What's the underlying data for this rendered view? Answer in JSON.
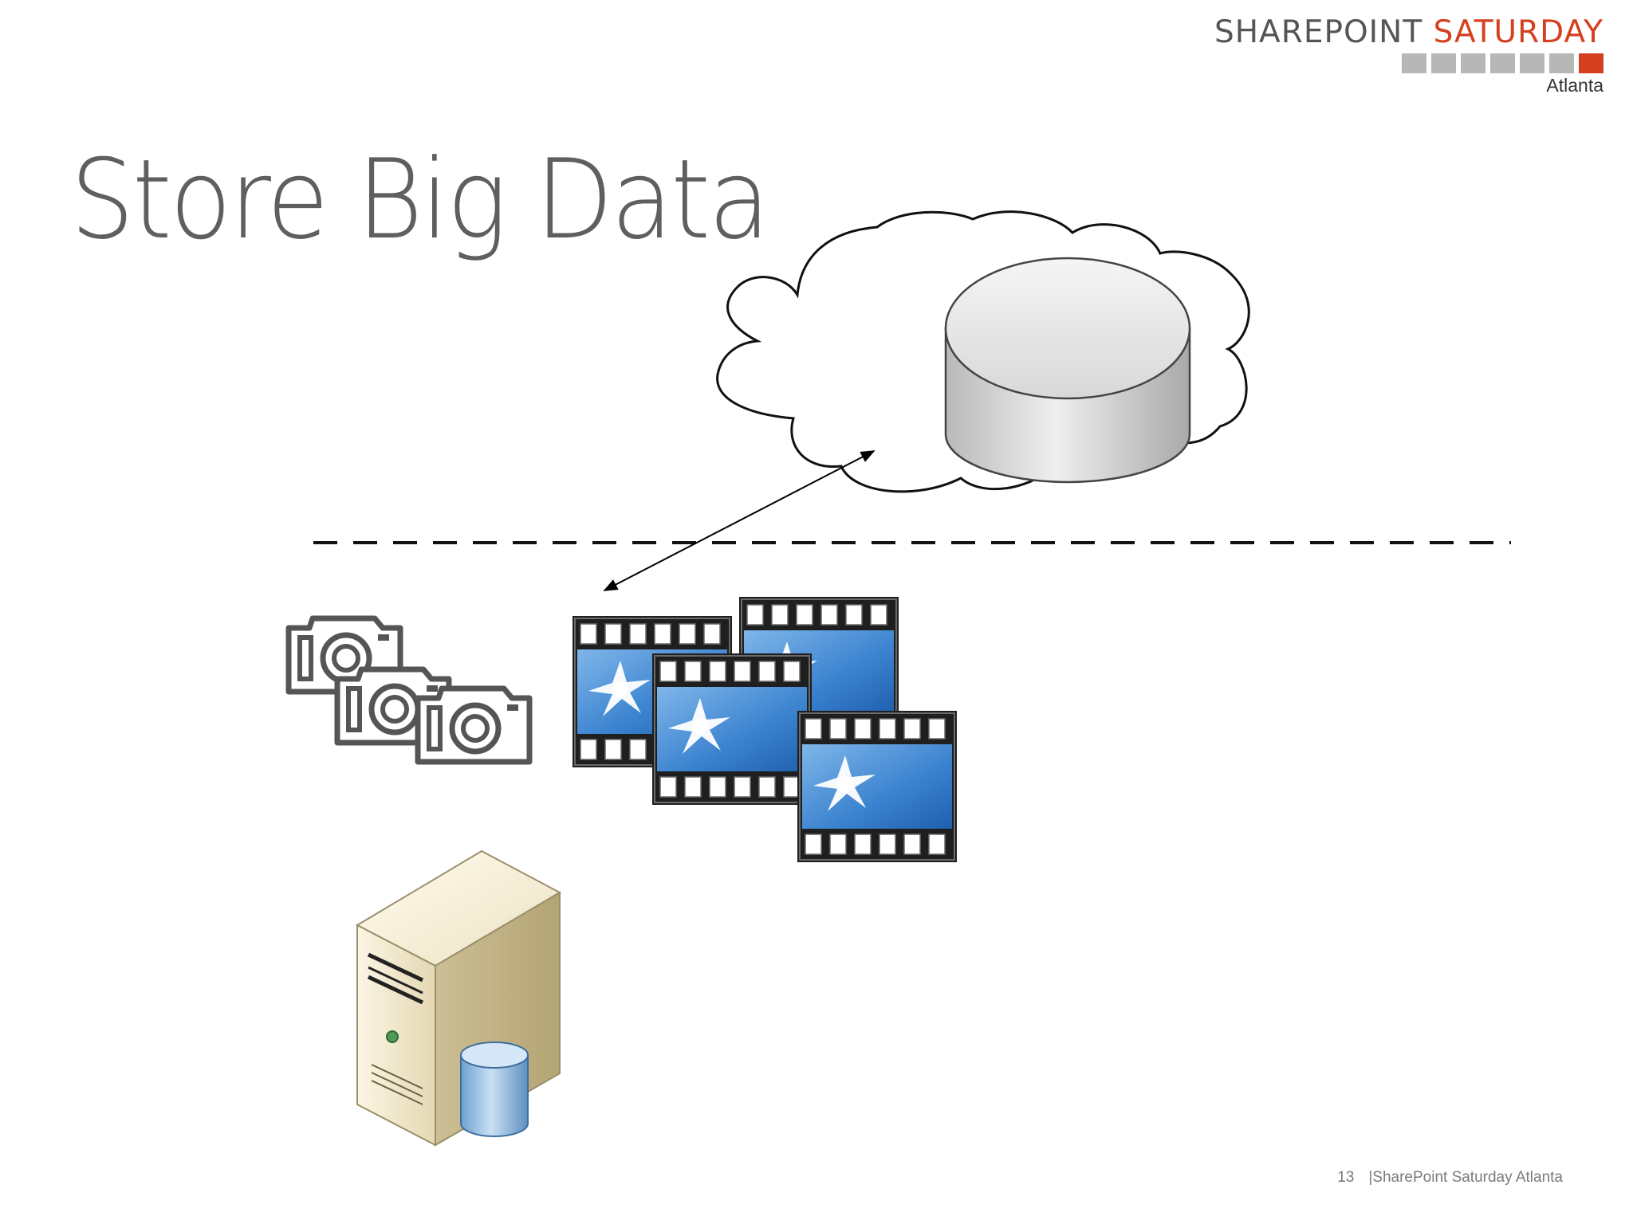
{
  "logo": {
    "word1": "SHAREPOINT",
    "word2": "SATURDAY",
    "subtitle": "Atlanta"
  },
  "slide": {
    "title": "Store Big Data",
    "page_number": "13",
    "footer_text": "|SharePoint Saturday Atlanta"
  },
  "diagram": {
    "nodes": [
      "cloud-storage",
      "photos",
      "videos",
      "server"
    ],
    "icons": [
      "cloud-icon",
      "database-icon",
      "camera-icon",
      "film-icon",
      "server-icon"
    ],
    "separator": "dashed",
    "connector": "bidirectional-arrow"
  },
  "colors": {
    "brand_accent": "#d4401f",
    "title_gray": "#5f5f5f",
    "film_blue": "#2f78c8",
    "film_frame": "#222222",
    "server_beige": "#d9cfae"
  }
}
